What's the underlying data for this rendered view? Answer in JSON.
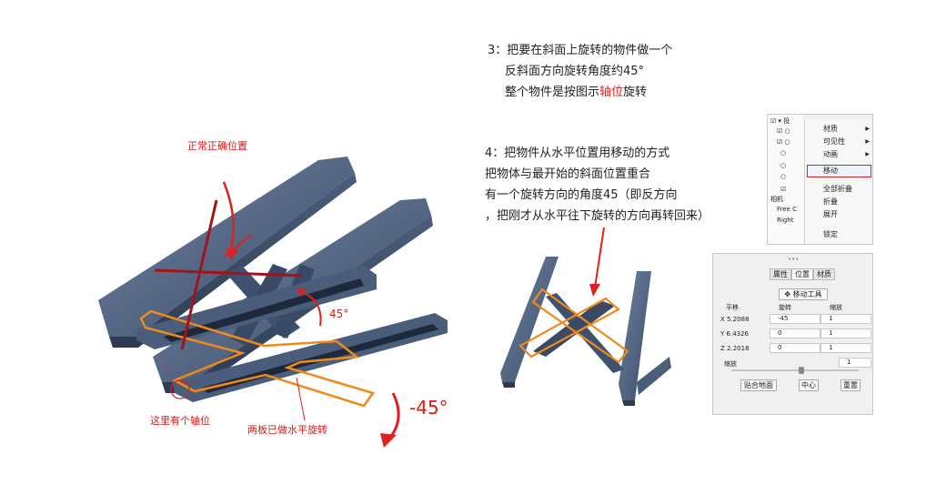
{
  "annotations": {
    "correct_position": "正常正确位置",
    "angle_45": "45°",
    "angle_minus_45": "-45°",
    "axis_here": "这里有个轴位",
    "boards_rotated": "两板已做水平旋转"
  },
  "step3": {
    "line1": "3：把要在斜面上旋转的物件做一个",
    "line2": "反斜面方向旋转角度约45°",
    "line3_prefix": "整个物件是按图示",
    "line3_highlight": "轴位",
    "line3_suffix": "旋转"
  },
  "step4": {
    "line1": "4：把物件从水平位置用移动的方式",
    "line2": "把物体与最开始的斜面位置重合",
    "line3": "有一个旋转方向的角度45（即反方向",
    "line4": "，把刚才从水平往下旋转的方向再转回来）"
  },
  "context_menu": {
    "tree": {
      "row1": "投",
      "camera": "相机",
      "free_camera": "Free C",
      "right_camera": "Right"
    },
    "items": {
      "material": "材质",
      "visibility": "可见性",
      "animation": "动画",
      "move": "移动",
      "collapse_all": "全部折叠",
      "collapse": "折叠",
      "expand": "展开",
      "lock": "锁定"
    }
  },
  "properties_panel": {
    "tabs": [
      "属性",
      "位置",
      "材质"
    ],
    "move_tool": "移动工具",
    "headers": {
      "translate": "平移",
      "rotate": "旋转",
      "scale": "缩放"
    },
    "rows": [
      {
        "axis": "X",
        "translate": "5.2088",
        "rotate": "-45",
        "scale": "1"
      },
      {
        "axis": "Y",
        "translate": "6.4326",
        "rotate": "0",
        "scale": "1"
      },
      {
        "axis": "Z",
        "translate": "2.2018",
        "rotate": "0",
        "scale": "1"
      }
    ],
    "uniform_scale_label": "缩放",
    "uniform_scale_value": "1",
    "slider_value": 0.55,
    "buttons": {
      "snap_ground": "贴合地面",
      "center": "中心",
      "reset": "重置"
    }
  },
  "colors": {
    "accent_red": "#e0201c",
    "orange_outline": "#f08a1c",
    "model_blue": "#4a5d7a"
  }
}
